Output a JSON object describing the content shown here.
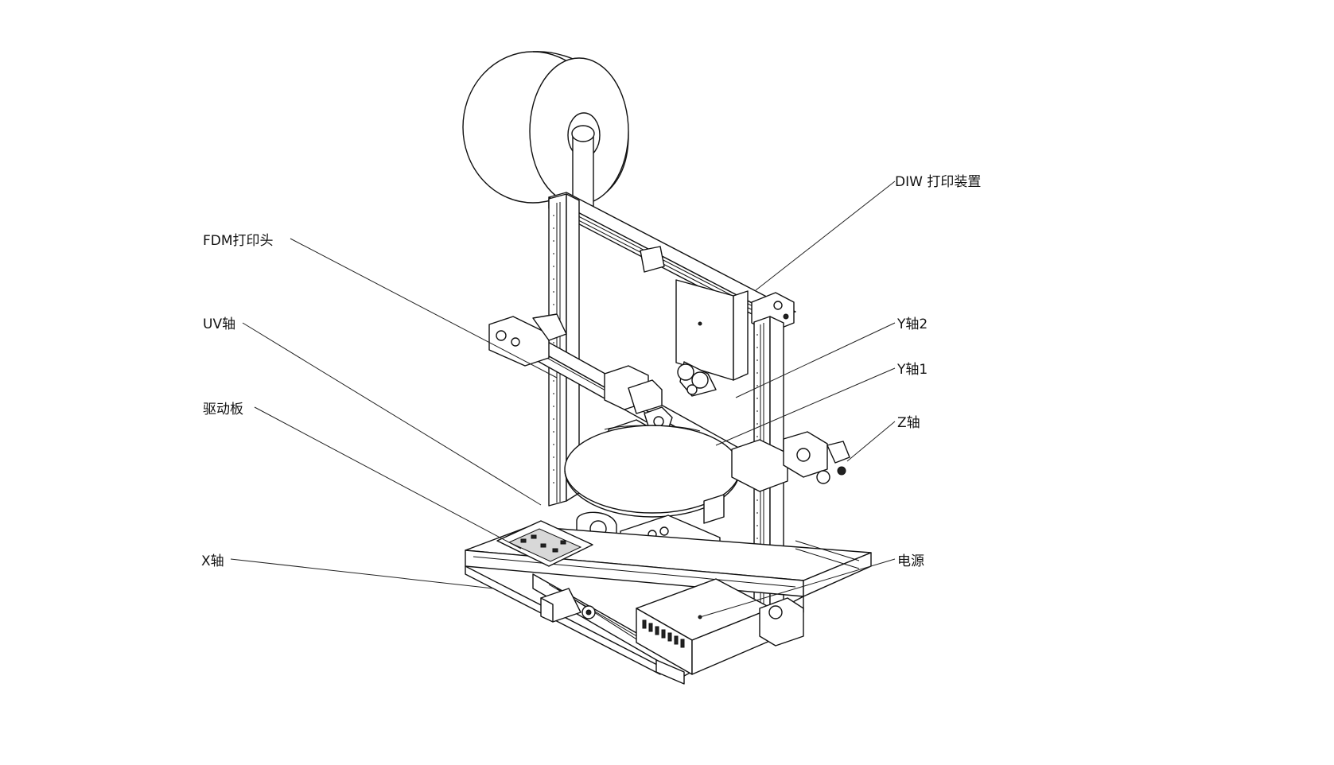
{
  "labels": {
    "diw": "DIW 打印装置",
    "fdm": "FDM打印头",
    "uv": "UV轴",
    "y2": "Y轴2",
    "y1": "Y轴1",
    "driver": "驱动板",
    "z": "Z轴",
    "x": "X轴",
    "psu": "电源"
  }
}
